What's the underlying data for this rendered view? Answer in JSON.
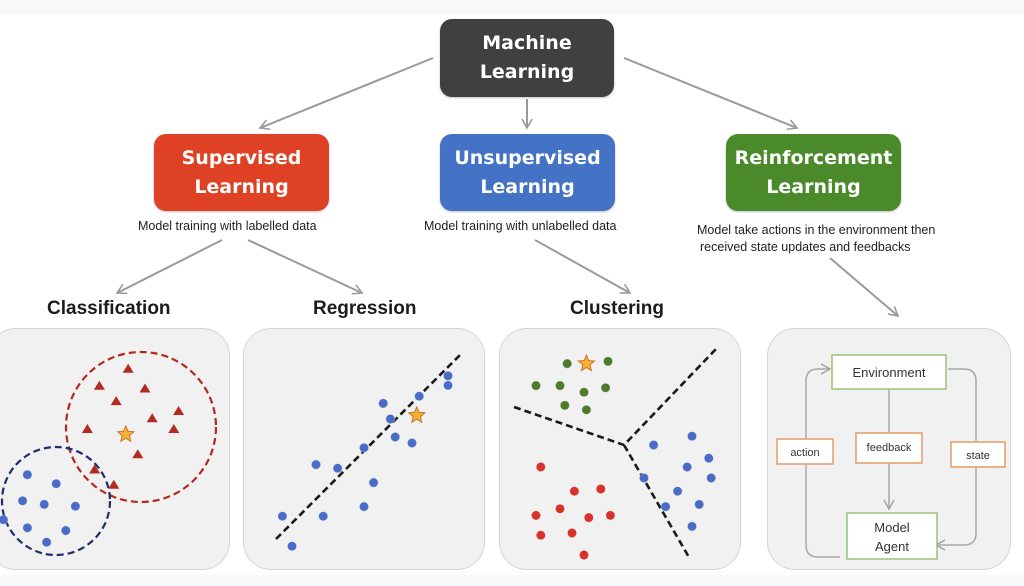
{
  "root": {
    "line1": "Machine",
    "line2": "Learning",
    "color": "#404040"
  },
  "branches": [
    {
      "id": "supervised",
      "line1": "Supervised",
      "line2": "Learning",
      "color": "#de4124",
      "caption": [
        "Model training with labelled data"
      ]
    },
    {
      "id": "unsupervised",
      "line1": "Unsupervised",
      "line2": "Learning",
      "color": "#4472c4",
      "caption": [
        "Model training with unlabelled data"
      ]
    },
    {
      "id": "reinforcement",
      "line1": "Reinforcement",
      "line2": "Learning",
      "color": "#4a8a2a",
      "caption": [
        "Model take actions in the environment then",
        "received state updates and feedbacks"
      ]
    }
  ],
  "subtitles": {
    "classification": "Classification",
    "regression": "Regression",
    "clustering": "Clustering"
  },
  "colors": {
    "arrow": "#9a9a9a",
    "panel_bg": "#f1f1f1",
    "red_class": "#b22a22",
    "blue_point": "#4a6cc7",
    "navy_circle": "#1f2d6b",
    "green_point": "#4e7a2c",
    "red_point": "#d8302a",
    "star": "#f2b233",
    "star_edge": "#d0702a",
    "rl_box_border": "#9cc27a",
    "rl_label_border": "#e79c66"
  },
  "reinforcement_diagram": {
    "environment": "Environment",
    "agent_line1": "Model",
    "agent_line2": "Agent",
    "action": "action",
    "feedback": "feedback",
    "state": "state"
  },
  "classification_plot": {
    "class_a_triangles": [
      [
        0.58,
        0.33
      ],
      [
        0.46,
        0.52
      ],
      [
        0.65,
        0.55
      ],
      [
        0.53,
        0.69
      ],
      [
        0.68,
        0.88
      ],
      [
        0.79,
        0.8
      ],
      [
        0.41,
        1.0
      ],
      [
        0.77,
        1.0
      ],
      [
        0.62,
        1.28
      ],
      [
        0.44,
        1.45
      ],
      [
        0.52,
        1.62
      ]
    ],
    "class_a_star": [
      0.57,
      1.06
    ],
    "class_b_points": [
      [
        0.16,
        1.73
      ],
      [
        0.28,
        1.83
      ],
      [
        0.14,
        2.02
      ],
      [
        0.23,
        2.06
      ],
      [
        0.36,
        2.08
      ],
      [
        0.06,
        2.23
      ],
      [
        0.16,
        2.32
      ],
      [
        0.32,
        2.35
      ],
      [
        0.24,
        2.48
      ]
    ]
  },
  "regression_plot": {
    "points": [
      [
        0.85,
        0.39
      ],
      [
        0.85,
        0.47
      ],
      [
        0.73,
        0.56
      ],
      [
        0.58,
        0.62
      ],
      [
        0.61,
        0.75
      ],
      [
        0.63,
        0.9
      ],
      [
        0.7,
        0.95
      ],
      [
        0.3,
        1.13
      ],
      [
        0.39,
        1.16
      ],
      [
        0.5,
        0.99
      ],
      [
        0.54,
        1.28
      ],
      [
        0.5,
        1.48
      ],
      [
        0.16,
        1.56
      ],
      [
        0.33,
        1.56
      ],
      [
        0.2,
        1.81
      ]
    ],
    "star": [
      0.72,
      0.72
    ]
  },
  "clustering_plot": {
    "green_points": [
      [
        0.28,
        0.13
      ],
      [
        0.45,
        0.12
      ],
      [
        0.15,
        0.23
      ],
      [
        0.25,
        0.23
      ],
      [
        0.35,
        0.26
      ],
      [
        0.44,
        0.24
      ],
      [
        0.27,
        0.32
      ],
      [
        0.36,
        0.34
      ]
    ],
    "green_star": [
      0.36,
      0.13
    ],
    "blue_points": [
      [
        0.64,
        0.5
      ],
      [
        0.8,
        0.46
      ],
      [
        0.87,
        0.56
      ],
      [
        0.78,
        0.6
      ],
      [
        0.6,
        0.65
      ],
      [
        0.88,
        0.65
      ],
      [
        0.74,
        0.71
      ],
      [
        0.83,
        0.77
      ],
      [
        0.69,
        0.78
      ],
      [
        0.8,
        0.87
      ]
    ],
    "red_points": [
      [
        0.17,
        0.6
      ],
      [
        0.31,
        0.71
      ],
      [
        0.42,
        0.7
      ],
      [
        0.15,
        0.82
      ],
      [
        0.25,
        0.79
      ],
      [
        0.37,
        0.83
      ],
      [
        0.46,
        0.82
      ],
      [
        0.17,
        0.91
      ],
      [
        0.3,
        0.9
      ],
      [
        0.35,
        1.0
      ]
    ]
  }
}
